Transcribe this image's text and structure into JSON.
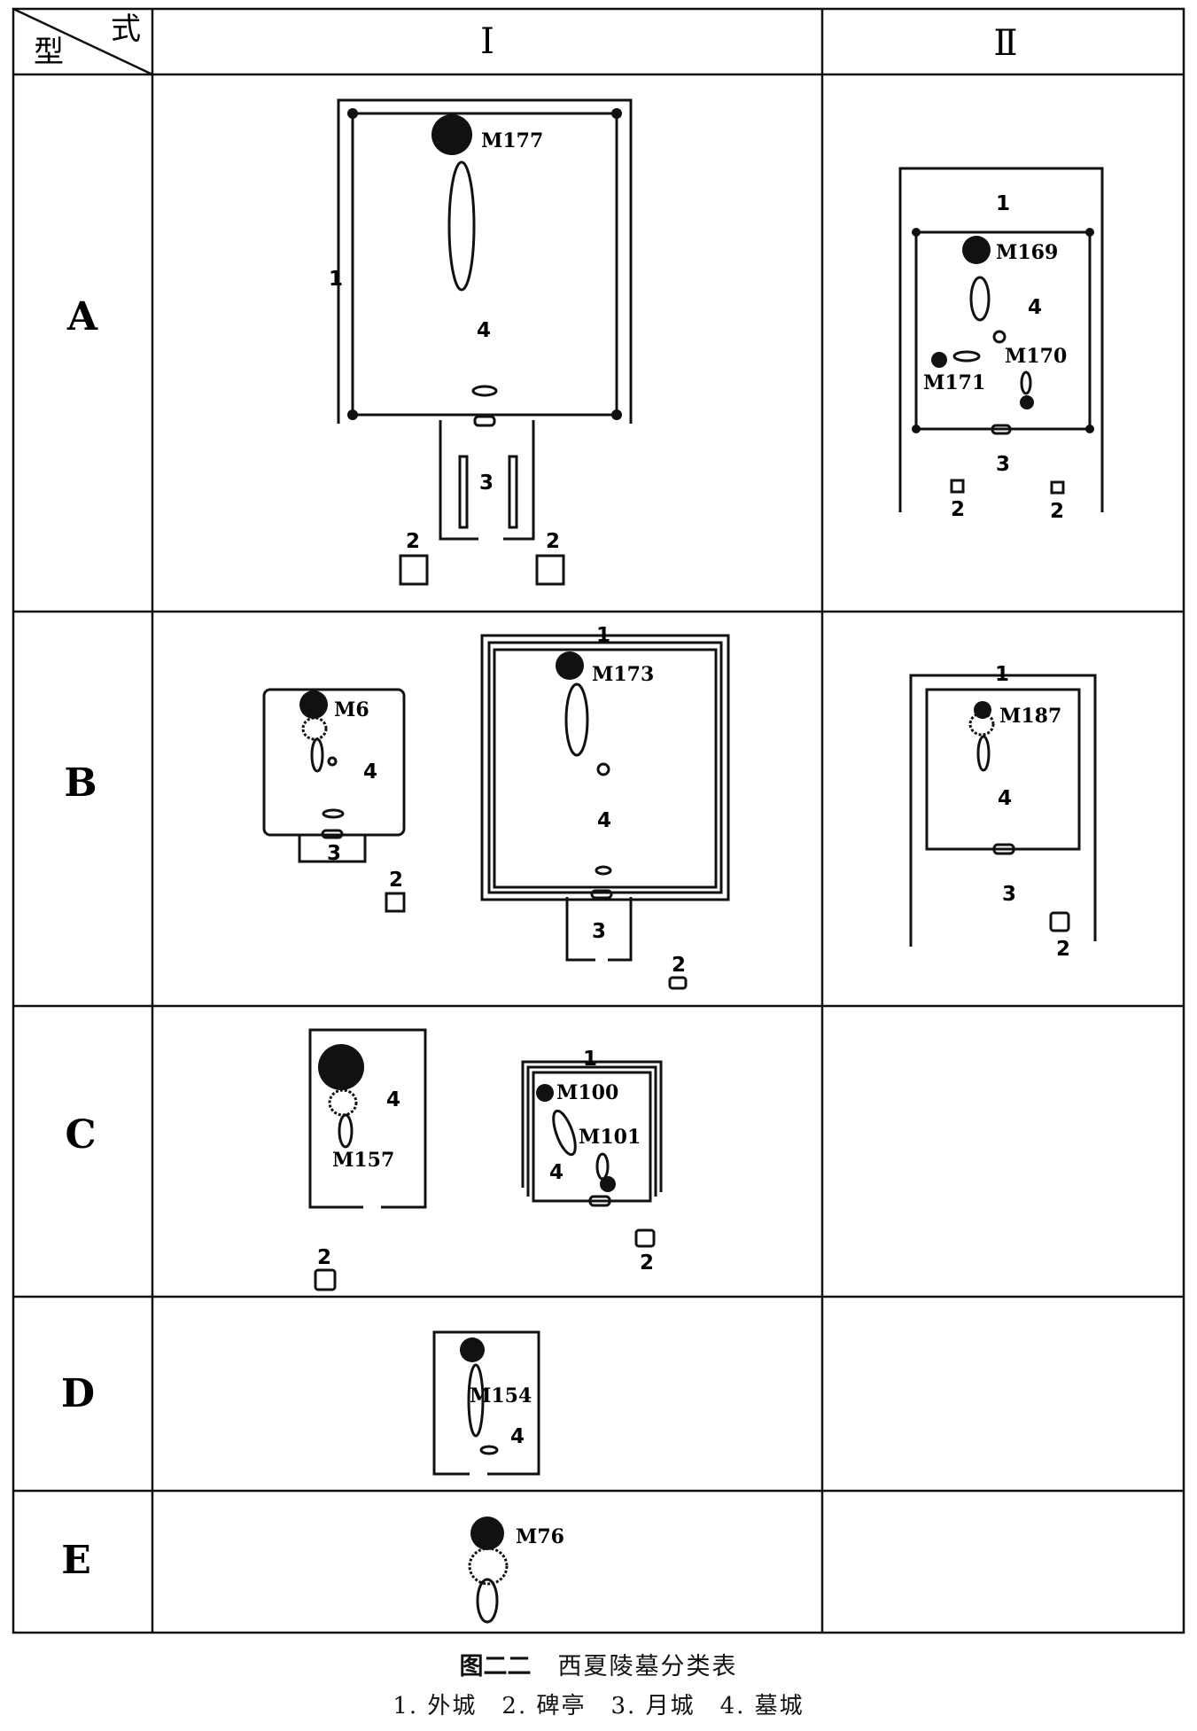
{
  "table": {
    "corner": {
      "type_label": "型",
      "style_label": "式"
    },
    "columns": [
      "Ⅰ",
      "Ⅱ"
    ],
    "rows": [
      "A",
      "B",
      "C",
      "D",
      "E"
    ]
  },
  "cells": {
    "A1": {
      "tomb": "M177",
      "labels": [
        "1",
        "2",
        "2",
        "3",
        "4"
      ]
    },
    "A2": {
      "tombs": [
        "M169",
        "M170",
        "M171"
      ],
      "labels": [
        "1",
        "2",
        "2",
        "3",
        "4"
      ]
    },
    "B1a": {
      "tomb": "M6",
      "labels": [
        "2",
        "3",
        "4"
      ]
    },
    "B1b": {
      "tomb": "M173",
      "labels": [
        "1",
        "2",
        "3",
        "4"
      ]
    },
    "B2": {
      "tomb": "M187",
      "labels": [
        "1",
        "2",
        "3",
        "4"
      ]
    },
    "C1a": {
      "tomb": "M157",
      "labels": [
        "2",
        "4"
      ]
    },
    "C1b": {
      "tombs": [
        "M100",
        "M101"
      ],
      "labels": [
        "1",
        "2",
        "4"
      ]
    },
    "D1": {
      "tomb": "M154",
      "labels": [
        "4"
      ]
    },
    "E1": {
      "tomb": "M76"
    }
  },
  "caption": {
    "figure_no": "图二二",
    "title": "西夏陵墓分类表",
    "legend": [
      "1. 外城",
      "2. 碑亭",
      "3. 月城",
      "4. 墓城"
    ]
  }
}
